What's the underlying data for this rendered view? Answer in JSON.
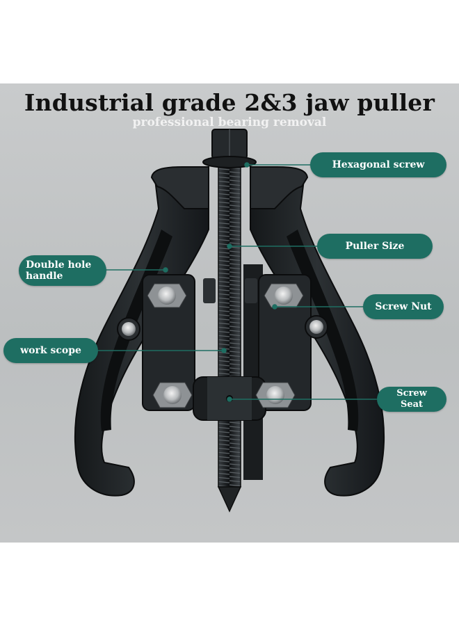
{
  "title": "Industrial grade 2&3 jaw puller",
  "subtitle": "professional bearing removal",
  "colors": {
    "label_bg": "#1e6e62",
    "label_text": "#ffffff",
    "background": "#c2c4c5",
    "tool": "#1f2224"
  },
  "callouts": {
    "hexagonal_screw": "Hexagonal screw",
    "puller_size": "Puller Size",
    "double_hole_handle": "Double hole handle",
    "screw_nut": "Screw Nut",
    "work_scope": "work scope",
    "screw_seat": "Screw Seat"
  }
}
